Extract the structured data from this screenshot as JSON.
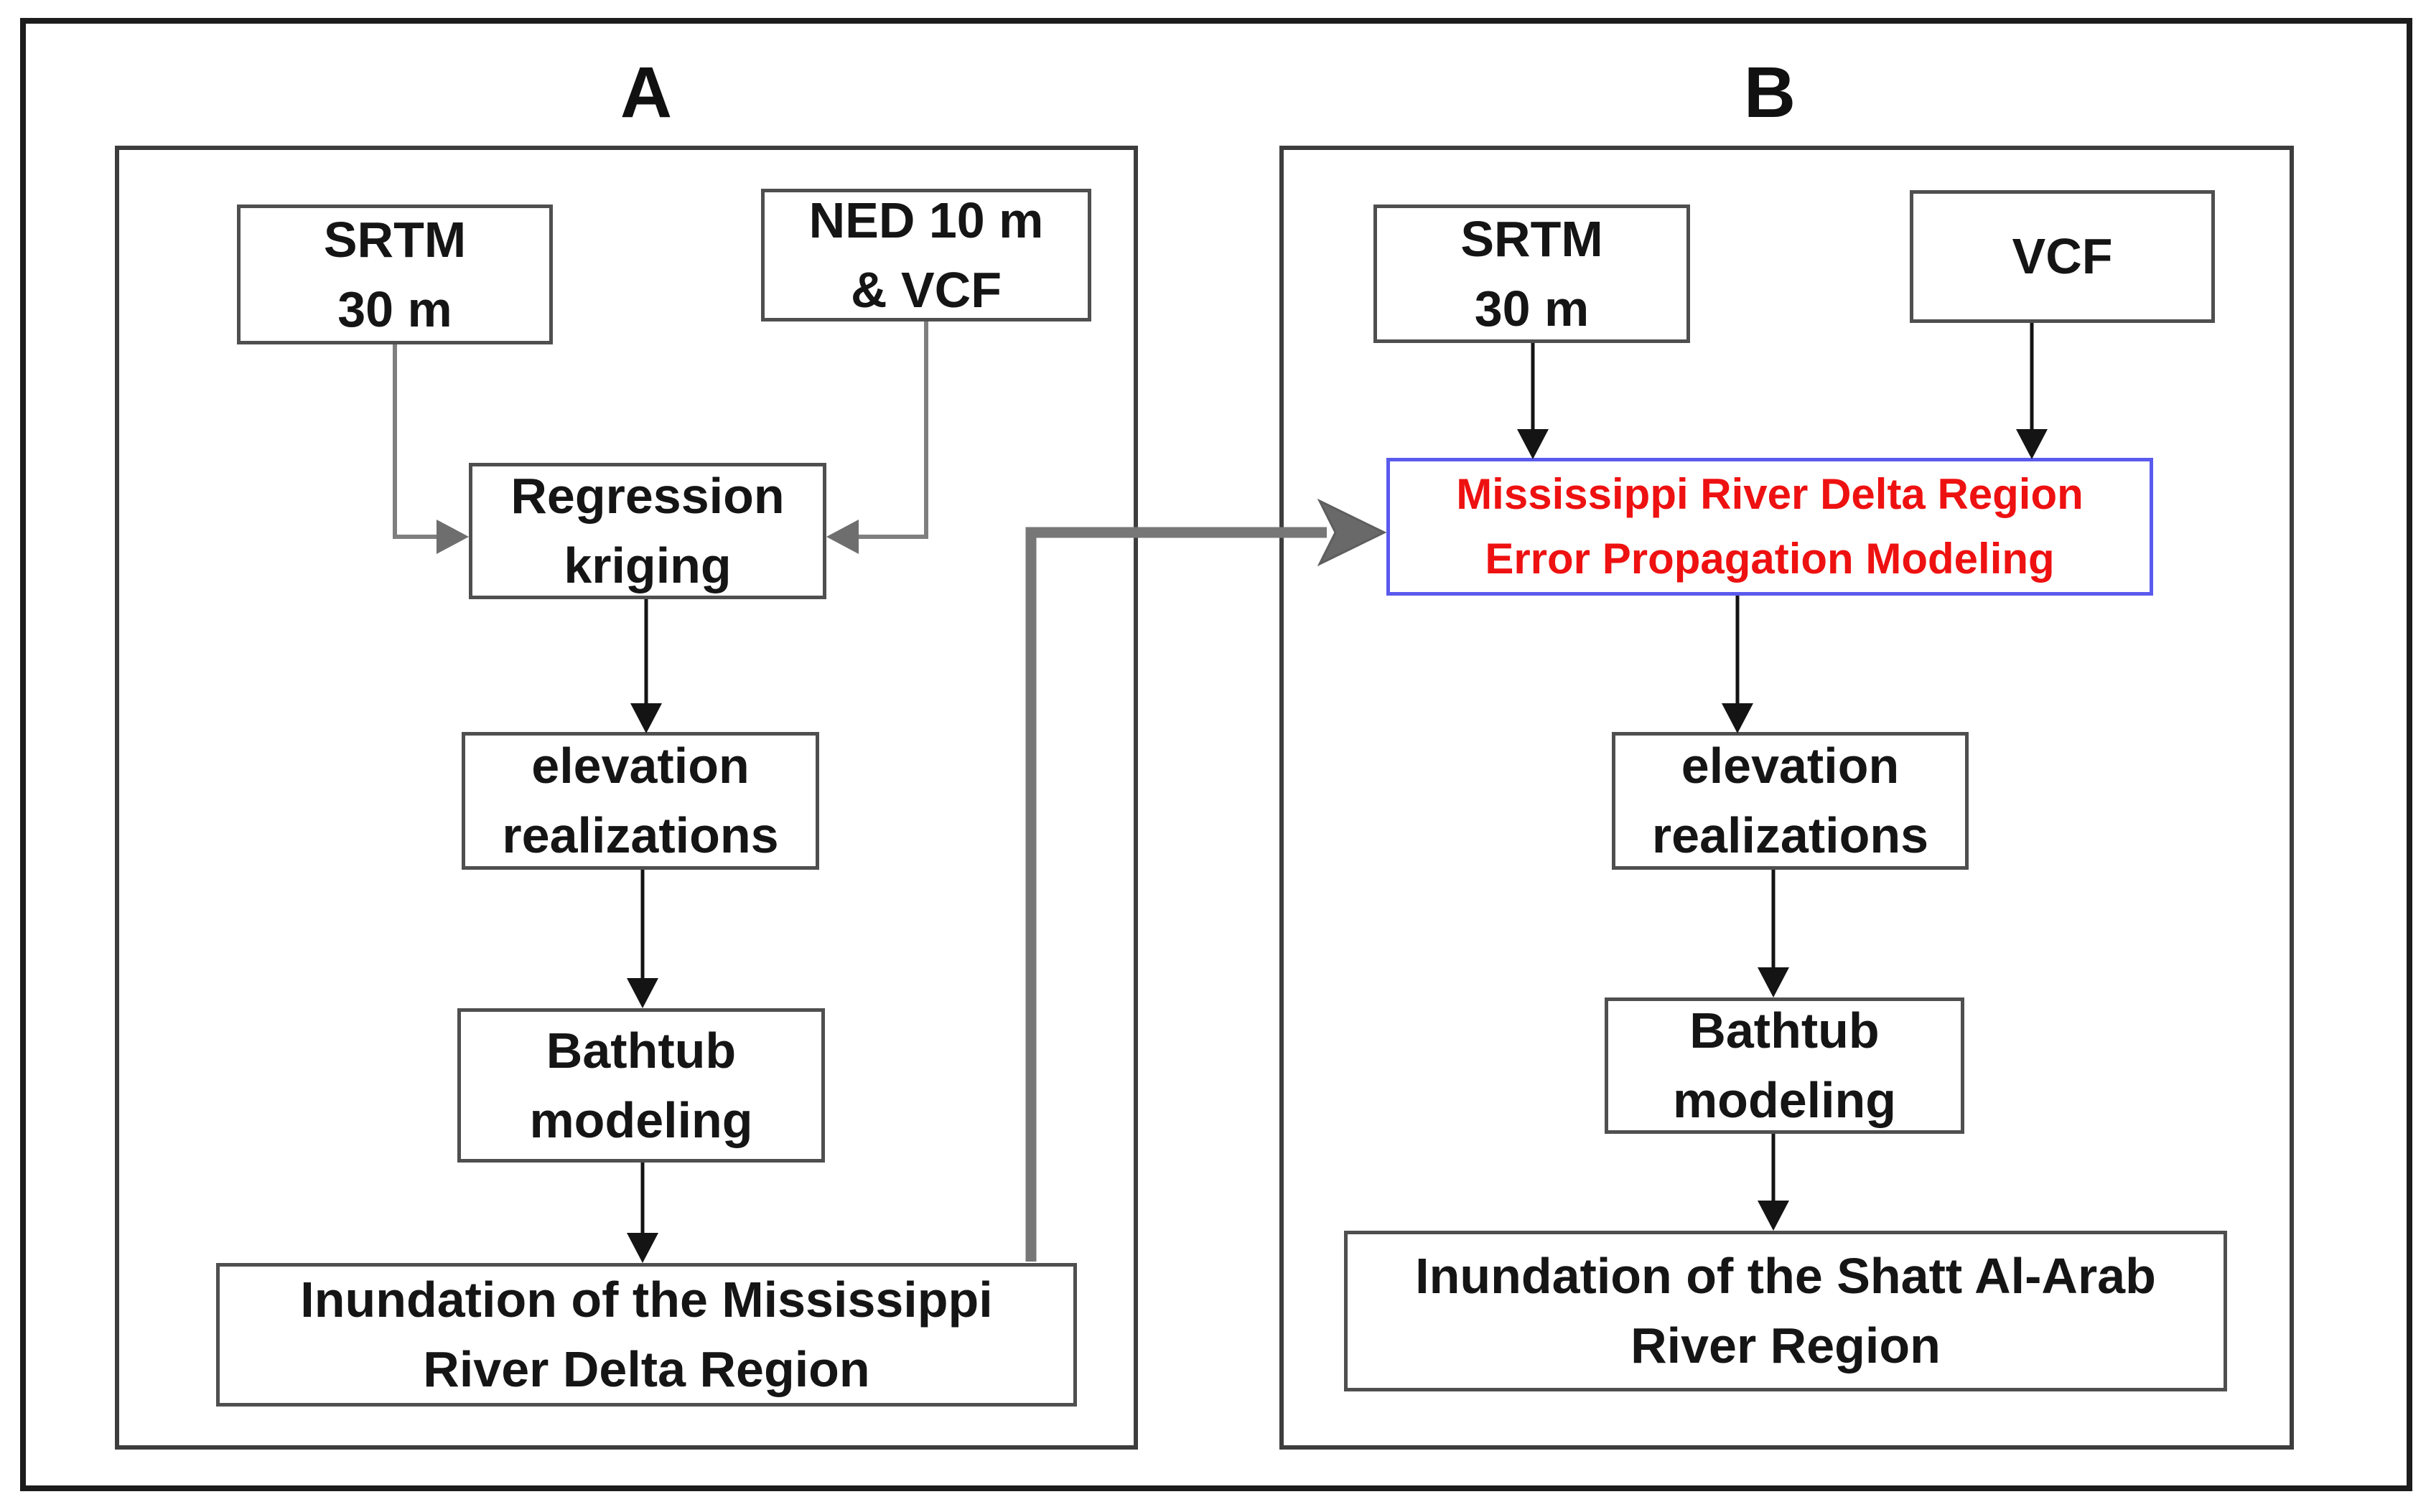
{
  "figure": {
    "panel_a": {
      "label": "A",
      "nodes": {
        "srtm": "SRTM\n30 m",
        "ned_vcf": "NED 10 m\n& VCF",
        "regression_kriging": "Regression\nkriging",
        "elevation_realizations": "elevation\nrealizations",
        "bathtub_modeling": "Bathtub\nmodeling",
        "inundation": "Inundation of the Mississippi\nRiver Delta Region"
      }
    },
    "panel_b": {
      "label": "B",
      "nodes": {
        "srtm": "SRTM\n30 m",
        "vcf": "VCF",
        "error_propagation": "Mississippi River Delta Region\nError Propagation Modeling",
        "elevation_realizations": "elevation\nrealizations",
        "bathtub_modeling": "Bathtub\nmodeling",
        "inundation": "Inundation of the Shatt Al-Arab\nRiver Region"
      }
    },
    "colors": {
      "highlight_text": "#ee1111",
      "highlight_border": "#5a5aee",
      "connector_gray": "#7f7f7f",
      "transfer_arrow_gray": "#777777",
      "arrow_black": "#141414",
      "box_border": "#4f4f4f"
    }
  }
}
